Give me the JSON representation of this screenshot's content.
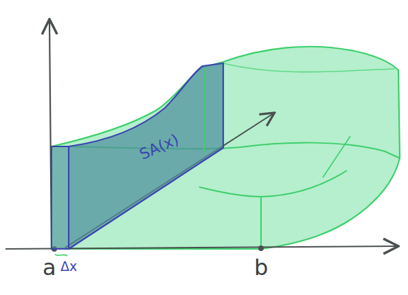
{
  "diagram": {
    "nodes": [
      {
        "text": [
          "SA(x)"
        ]
      }
    ],
    "labels": [
      "a",
      "Δx",
      "b"
    ]
  }
}
